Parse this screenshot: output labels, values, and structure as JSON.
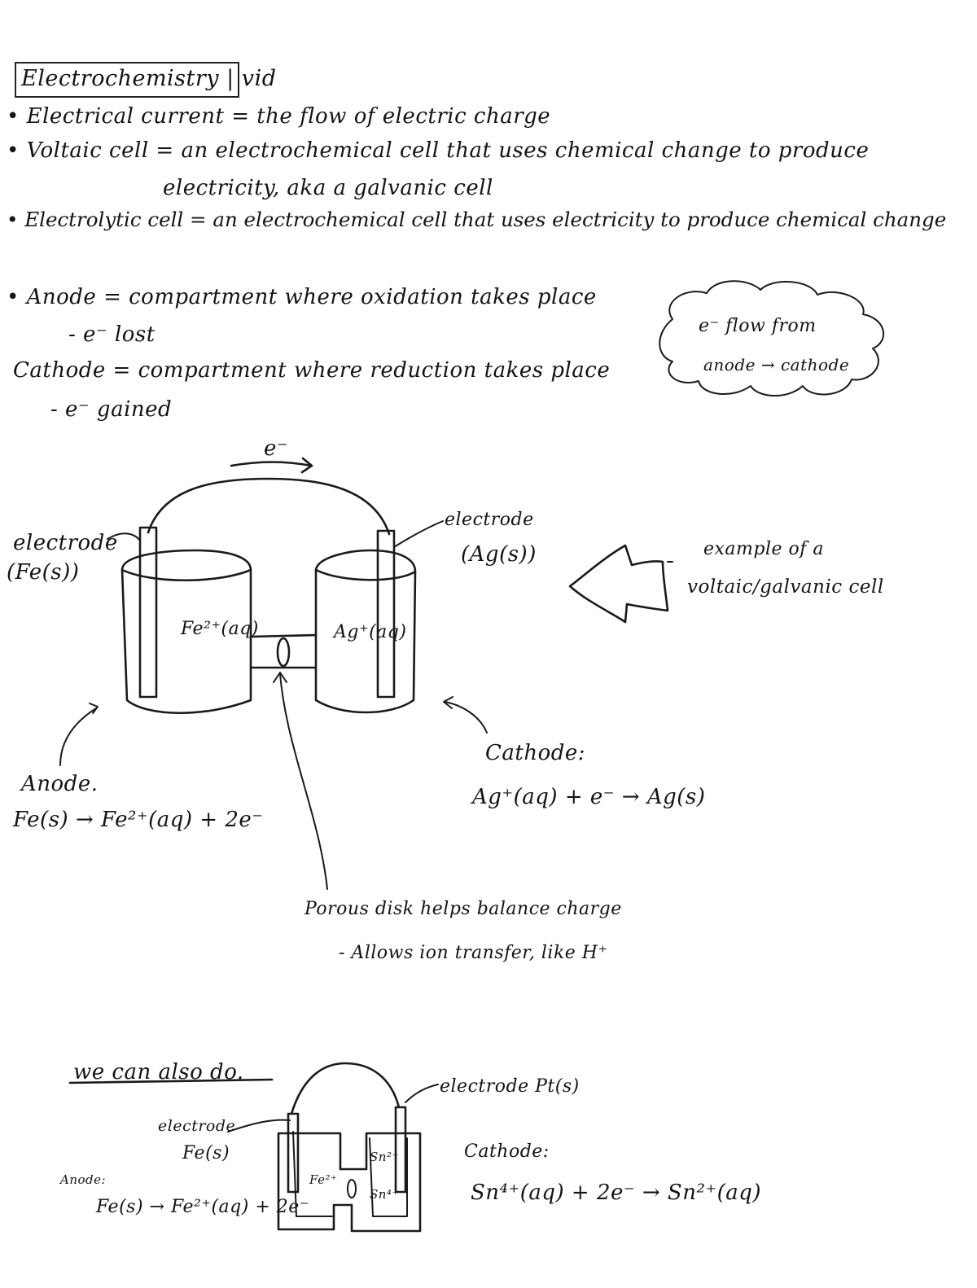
{
  "header": {
    "title": "Electrochemistry | vid"
  },
  "definitions": {
    "current": "• Electrical current = the flow of electric charge",
    "voltaic_line1": "• Voltaic cell = an electrochemical cell that uses chemical change to produce",
    "voltaic_line2": "electricity, aka a galvanic cell",
    "electrolytic": "• Electrolytic cell = an electrochemical cell that uses electricity to produce chemical change"
  },
  "electrodes": {
    "anode": "• Anode = compartment where oxidation takes place",
    "anode_sub": "- e⁻ lost",
    "cathode": "Cathode = compartment where reduction takes place",
    "cathode_sub": "- e⁻ gained"
  },
  "cloud_note": {
    "line1": "e⁻ flow from",
    "line2": "anode → cathode"
  },
  "diagram1": {
    "electron_label": "e⁻",
    "left_electrode_label": "electrode",
    "left_electrode_material": "(Fe(s))",
    "right_electrode_label": "electrode",
    "right_electrode_material": "(Ag(s))",
    "left_solution": "Fe²⁺(aq)",
    "right_solution": "Ag⁺(aq)",
    "example_line1": "example of a",
    "example_line2": "voltaic/galvanic cell",
    "anode_label": "Anode.",
    "anode_reaction": "Fe(s) → Fe²⁺(aq) + 2e⁻",
    "cathode_label": "Cathode:",
    "cathode_reaction": "Ag⁺(aq) + e⁻ → Ag(s)",
    "disk_line1": "Porous disk helps balance charge",
    "disk_line2": "- Allows ion transfer, like H⁺"
  },
  "diagram2": {
    "heading": "we can also do.",
    "right_electrode": "electrode Pt(s)",
    "left_electrode_label": "electrode",
    "left_electrode_material": "Fe(s)",
    "anode_label": "Anode:",
    "anode_reaction": "Fe(s) → Fe²⁺(aq) + 2e⁻",
    "left_solution": "Fe²⁺",
    "right_solution_top": "Sn²⁺",
    "right_solution_bottom": "Sn⁴⁺",
    "cathode_label": "Cathode:",
    "cathode_reaction": "Sn⁴⁺(aq) + 2e⁻ → Sn²⁺(aq)"
  }
}
